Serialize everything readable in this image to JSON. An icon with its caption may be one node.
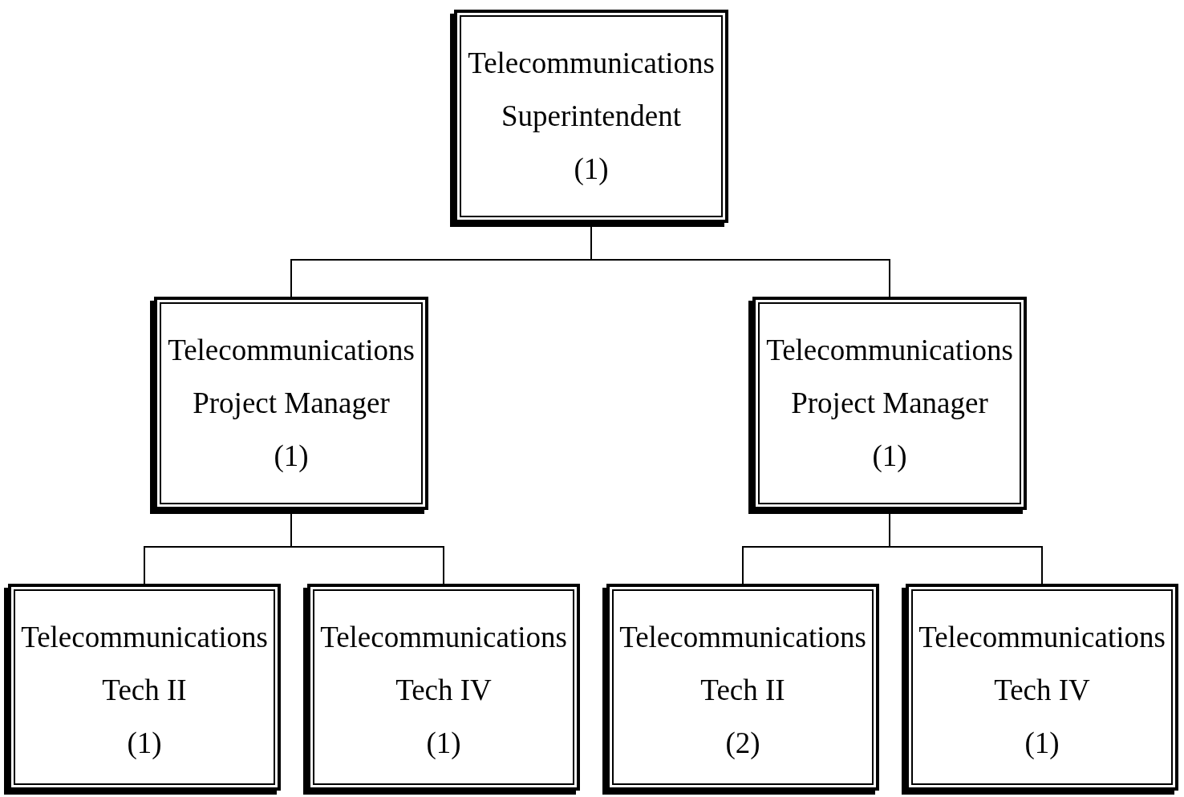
{
  "diagram": {
    "nodes": [
      {
        "text": [
          "Telecommunications Superintendent",
          "(1)"
        ]
      },
      {
        "text": [
          "Telecommunications Project Manager",
          "(1)"
        ]
      },
      {
        "text": [
          "Telecommunications Project Manager",
          "(1)"
        ]
      },
      {
        "text": [
          "Telecommunications Tech II",
          "(1)"
        ]
      },
      {
        "text": [
          "Telecommunications Tech IV",
          "(1)"
        ]
      },
      {
        "text": [
          "Telecommunications Tech II",
          "(2)"
        ]
      },
      {
        "text": [
          "Telecommunications Tech IV",
          "(1)"
        ]
      }
    ],
    "edges": [
      {
        "from": 0,
        "to": 1,
        "arrow": "none"
      },
      {
        "from": 0,
        "to": 2,
        "arrow": "none"
      },
      {
        "from": 1,
        "to": 3,
        "arrow": "none"
      },
      {
        "from": 1,
        "to": 4,
        "arrow": "none"
      },
      {
        "from": 2,
        "to": 5,
        "arrow": "none"
      },
      {
        "from": 2,
        "to": 6,
        "arrow": "none"
      }
    ]
  }
}
